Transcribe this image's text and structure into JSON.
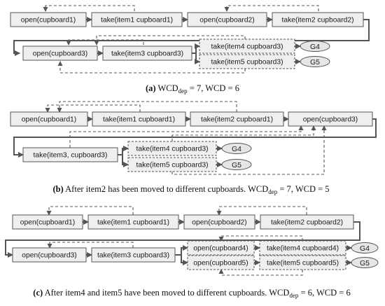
{
  "panels": [
    {
      "id": "a",
      "nodes": [
        {
          "id": "a1",
          "label": "open(cupboard1)"
        },
        {
          "id": "a2",
          "label": "take(item1 cupboard1)"
        },
        {
          "id": "a3",
          "label": "open(cupboard2)"
        },
        {
          "id": "a4",
          "label": "take(item2 cupboard2)"
        },
        {
          "id": "a5",
          "label": "open(cupboard3)"
        },
        {
          "id": "a6",
          "label": "take(item3 cupboard3)"
        },
        {
          "id": "a7",
          "label": "take(item4 cupboard3)"
        },
        {
          "id": "a8",
          "label": "take(item5 cupboard3)"
        }
      ],
      "goals": [
        {
          "id": "ga1",
          "label": "G4"
        },
        {
          "id": "ga2",
          "label": "G5"
        }
      ],
      "caption": {
        "letter": "(a)",
        "text1": "WCD",
        "sub": "dep",
        "text2": " = 7, WCD = 6"
      }
    },
    {
      "id": "b",
      "nodes": [
        {
          "id": "b1",
          "label": "open(cupboard1)"
        },
        {
          "id": "b2",
          "label": "take(item1 cupboard1)"
        },
        {
          "id": "b3",
          "label": "take(item2 cupboard1)"
        },
        {
          "id": "b4",
          "label": "open(cupboard3)"
        },
        {
          "id": "b5",
          "label": "take(item3, cupboard3)"
        },
        {
          "id": "b6",
          "label": "take(item4 cupboard3)"
        },
        {
          "id": "b7",
          "label": "take(item5 cupboard3)"
        }
      ],
      "goals": [
        {
          "id": "gb1",
          "label": "G4"
        },
        {
          "id": "gb2",
          "label": "G5"
        }
      ],
      "caption": {
        "letter": "(b)",
        "text0": " After item2 has been moved to different cupboards. ",
        "text1": "WCD",
        "sub": "dep",
        "text2": " = 7, WCD = 5"
      }
    },
    {
      "id": "c",
      "nodes": [
        {
          "id": "c1",
          "label": "open(cupboard1)"
        },
        {
          "id": "c2",
          "label": "take(item1 cupboard1)"
        },
        {
          "id": "c3",
          "label": "open(cupboard2)"
        },
        {
          "id": "c4",
          "label": "take(item2 cupboard2)"
        },
        {
          "id": "c5",
          "label": "open(cupboard3)"
        },
        {
          "id": "c6",
          "label": "take(item3 cupboard3)"
        },
        {
          "id": "c7",
          "label": "open(cupboard4)"
        },
        {
          "id": "c8",
          "label": "take(item4 cupboard4)"
        },
        {
          "id": "c9",
          "label": "open(cupboard5)"
        },
        {
          "id": "c10",
          "label": "take(item5 cupboard5)"
        }
      ],
      "goals": [
        {
          "id": "gc1",
          "label": "G4"
        },
        {
          "id": "gc2",
          "label": "G5"
        }
      ],
      "caption": {
        "letter": "(c)",
        "text0": " After item4 and item5 have been moved to different cupboards. ",
        "text1": "WCD",
        "sub": "dep",
        "text2": " = 6, WCD = 6"
      }
    }
  ]
}
